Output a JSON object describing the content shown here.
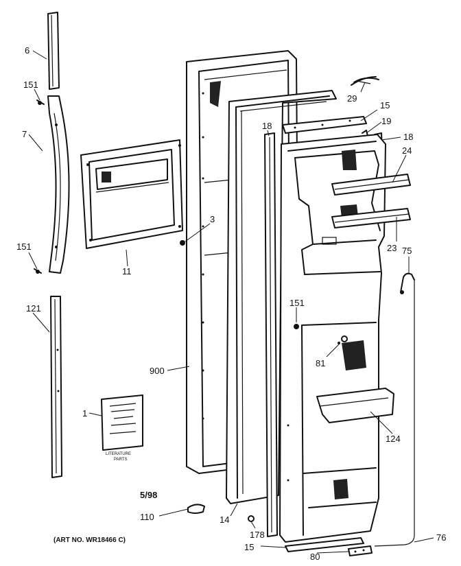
{
  "labels": {
    "p6": "6",
    "p151a": "151",
    "p7": "7",
    "p151b": "151",
    "p121": "121",
    "p1": "1",
    "p11": "11",
    "p3": "3",
    "p900": "900",
    "p18a": "18",
    "p15a": "15",
    "p19": "19",
    "p18b": "18",
    "p29": "29",
    "p24": "24",
    "p23": "23",
    "p75": "75",
    "p151c": "151",
    "p81": "81",
    "p124": "124",
    "p14": "14",
    "p110": "110",
    "p178": "178",
    "p15b": "15",
    "p80": "80",
    "p76": "76"
  },
  "booklet": {
    "line1": "LITERATURE",
    "line2": "PARTS"
  },
  "date_code": "5/98",
  "art_number": "(ART NO. WR18466 C)"
}
